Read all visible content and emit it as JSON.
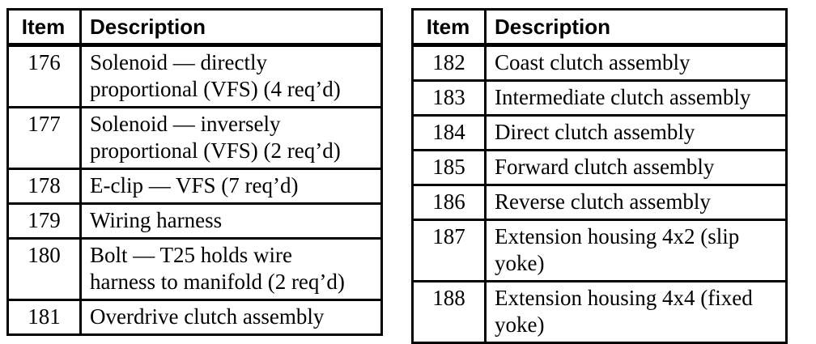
{
  "colors": {
    "border": "#000000",
    "text": "#000000",
    "background": "#ffffff"
  },
  "tables": [
    {
      "name": "parts-table-left",
      "headers": [
        "Item",
        "Description"
      ],
      "rows": [
        {
          "item": "176",
          "description": "Solenoid — directly proportional (VFS) (4 req’d)"
        },
        {
          "item": "177",
          "description": "Solenoid — inversely proportional (VFS) (2 req’d)"
        },
        {
          "item": "178",
          "description": "E-clip — VFS (7 req’d)"
        },
        {
          "item": "179",
          "description": "Wiring harness"
        },
        {
          "item": "180",
          "description": "Bolt — T25 holds wire harness to manifold (2 req’d)"
        },
        {
          "item": "181",
          "description": "Overdrive clutch assembly"
        }
      ]
    },
    {
      "name": "parts-table-right",
      "headers": [
        "Item",
        "Description"
      ],
      "rows": [
        {
          "item": "182",
          "description": "Coast clutch assembly"
        },
        {
          "item": "183",
          "description": "Intermediate clutch assembly"
        },
        {
          "item": "184",
          "description": "Direct clutch assembly"
        },
        {
          "item": "185",
          "description": "Forward clutch assembly"
        },
        {
          "item": "186",
          "description": "Reverse clutch assembly"
        },
        {
          "item": "187",
          "description": "Extension housing 4x2 (slip yoke)"
        },
        {
          "item": "188",
          "description": "Extension housing 4x4 (fixed yoke)"
        }
      ]
    }
  ]
}
